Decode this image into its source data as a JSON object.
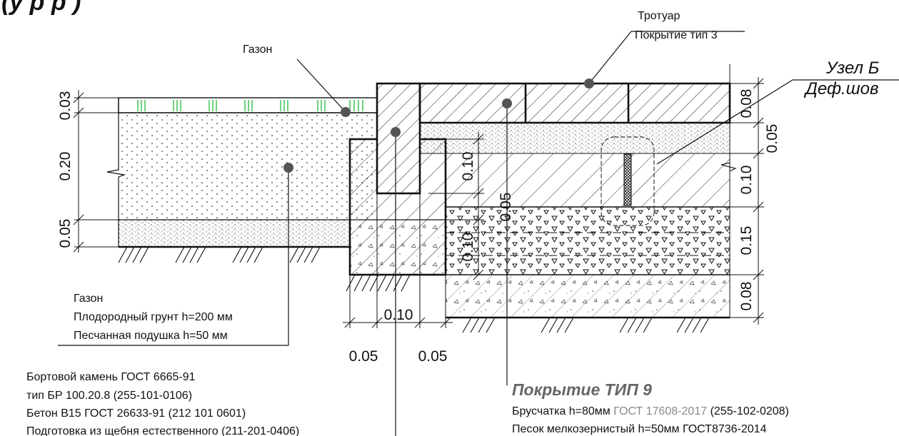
{
  "header": {
    "partial_title": "(у                    р                                р                       )",
    "node_title": "Узел Б",
    "node_subtitle": "Деф.шов"
  },
  "callouts": {
    "sidewalk": "Тротуар",
    "coating_type3": "Покрытие тип 3",
    "lawn_top": "Газон"
  },
  "lawn_note": {
    "line1": "Газон",
    "line2": "Плодородный грунт h=200 мм",
    "line3": "Песчанная подушка h=50 мм"
  },
  "curb_note": {
    "line1": "Бортовой камень ГОСТ 6665-91",
    "line2": "тип БР 100.20.8 (255-101-0106)",
    "line3": "Бетон В15 ГОСТ 26633-91 (212 101 0601)",
    "line4": "Подготовка из щебня естественного (211-201-0406)"
  },
  "coating_note": {
    "title": "Покрытие ТИП 9",
    "line1_a": "Брусчатка h=80мм ",
    "line1_gost": "ГОСТ 17608-2017",
    "line1_b": " (255-102-0208)",
    "line2": "Песок мелкозернистый h=50мм ГОСТ8736-2014"
  },
  "dimensions": {
    "left": [
      "0.03",
      "0.20",
      "0.05"
    ],
    "right": [
      "0.08",
      "0.05",
      "0.10",
      "0.15",
      "0.08"
    ],
    "inner_v1": "0.10",
    "inner_v2": "0.05",
    "inner_v3": "0.10",
    "bottom_mid": "0.10",
    "bottom_left": "0.05",
    "bottom_right": "0.05"
  },
  "colors": {
    "line": "#111111",
    "grass": "#2fbf4a",
    "gost_gray": "#8a8a8a"
  }
}
